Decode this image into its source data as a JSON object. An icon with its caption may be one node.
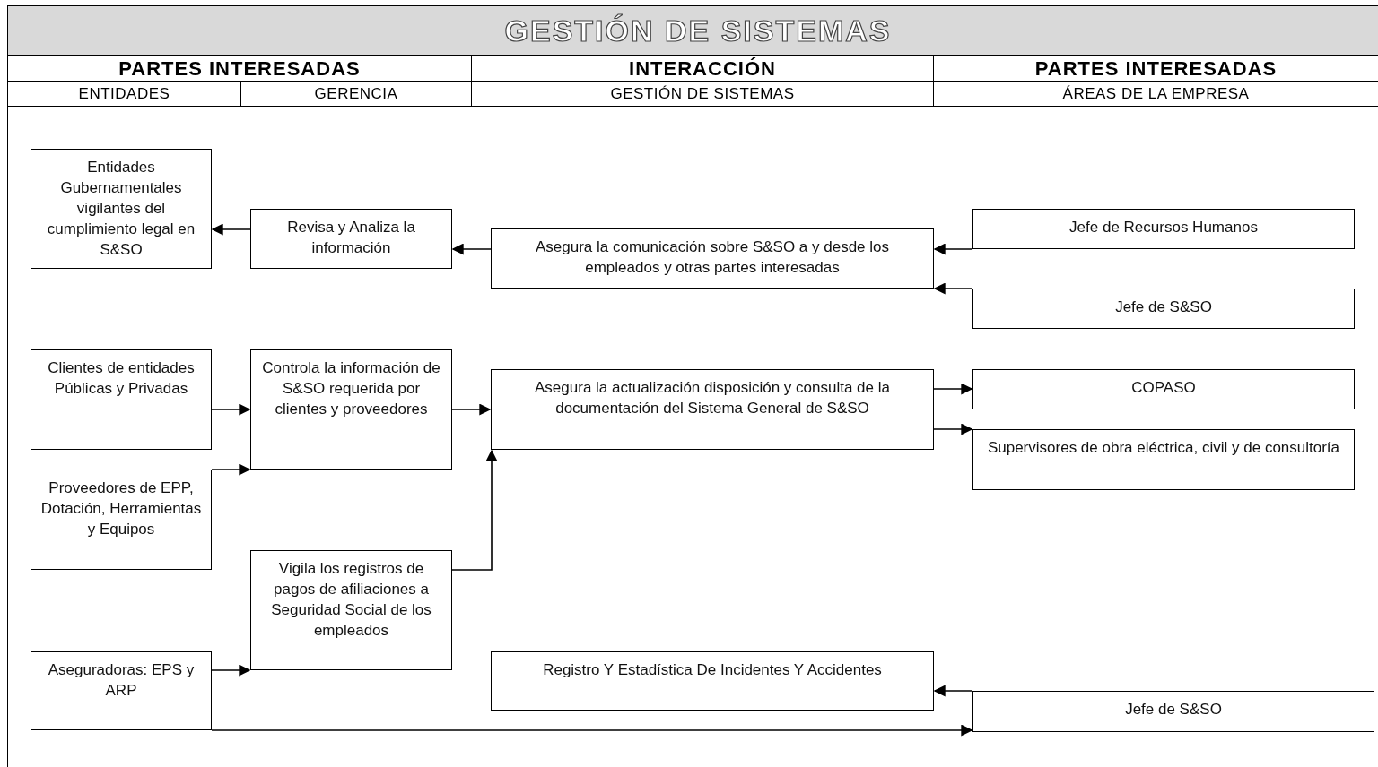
{
  "diagram": {
    "title": "GESTIÓN DE SISTEMAS",
    "nodes": [
      {
        "text": [
          "Entidades Gubernamentales vigilantes del cumplimiento legal en S&SO"
        ]
      },
      {
        "text": [
          "Revisa y Analiza la información"
        ]
      },
      {
        "text": [
          "Asegura la comunicación sobre S&SO a y desde los empleados y otras partes interesadas"
        ]
      },
      {
        "text": [
          "Jefe de Recursos Humanos"
        ]
      },
      {
        "text": [
          "Jefe de S&SO"
        ]
      },
      {
        "text": [
          "Clientes de entidades Públicas y Privadas"
        ]
      },
      {
        "text": [
          "Controla la información de S&SO requerida por clientes y proveedores"
        ]
      },
      {
        "text": [
          "Asegura la actualización disposición y consulta de la documentación del Sistema General de S&SO"
        ]
      },
      {
        "text": [
          "COPASO"
        ]
      },
      {
        "text": [
          "Supervisores de obra eléctrica, civil y de consultoría"
        ]
      },
      {
        "text": [
          "Proveedores de EPP, Dotación, Herramientas y Equipos"
        ]
      },
      {
        "text": [
          "Vigila los registros de pagos de afiliaciones a Seguridad Social de los empleados"
        ]
      },
      {
        "text": [
          "Aseguradoras: EPS y ARP"
        ]
      },
      {
        "text": [
          "Registro Y Estadística De Incidentes Y Accidentes"
        ]
      },
      {
        "text": [
          "Jefe de S&SO"
        ]
      }
    ],
    "edges": [
      {
        "from": 1,
        "to": 0,
        "arrow": "to"
      },
      {
        "from": 2,
        "to": 1,
        "arrow": "to"
      },
      {
        "from": 3,
        "to": 2,
        "arrow": "to"
      },
      {
        "from": 4,
        "to": 2,
        "arrow": "to"
      },
      {
        "from": 5,
        "to": 6,
        "arrow": "to"
      },
      {
        "from": 10,
        "to": 6,
        "arrow": "to"
      },
      {
        "from": 6,
        "to": 7,
        "arrow": "to"
      },
      {
        "from": 11,
        "to": 7,
        "arrow": "to"
      },
      {
        "from": 7,
        "to": 8,
        "arrow": "to"
      },
      {
        "from": 7,
        "to": 9,
        "arrow": "to"
      },
      {
        "from": 12,
        "to": 11,
        "arrow": "to"
      },
      {
        "from": 14,
        "to": 13,
        "arrow": "to"
      },
      {
        "from": 12,
        "to": 14,
        "arrow": "to"
      }
    ],
    "labels": [
      "PARTES INTERESADAS",
      "INTERACCIÓN",
      "PARTES INTERESADAS",
      "ENTIDADES",
      "GERENCIA",
      "GESTIÓN DE SISTEMAS",
      "ÁREAS DE LA EMPRESA"
    ]
  }
}
